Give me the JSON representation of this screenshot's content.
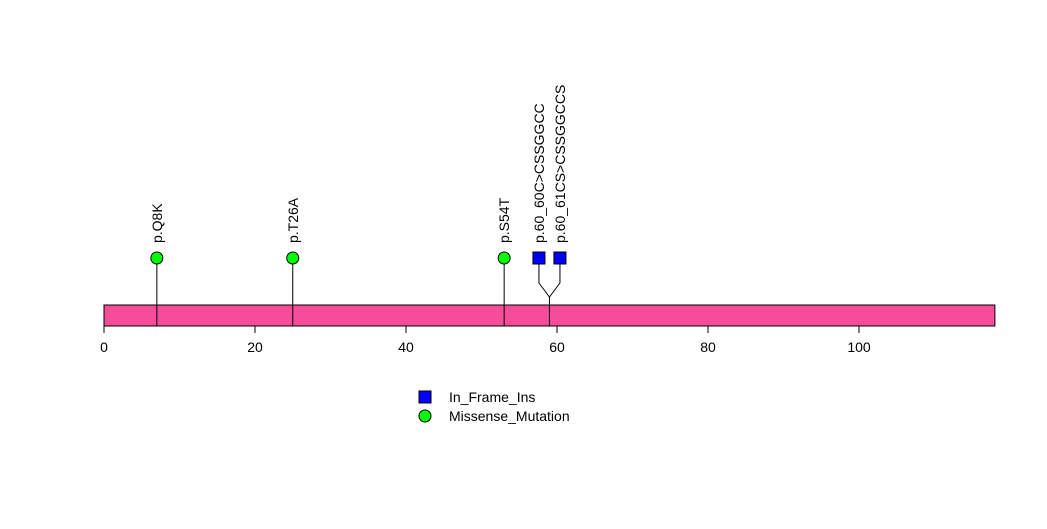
{
  "chart_data": {
    "type": "lollipop",
    "title": "",
    "xlabel": "",
    "ylabel": "",
    "xlim": [
      0,
      118
    ],
    "x_ticks": [
      0,
      20,
      40,
      60,
      80,
      100
    ],
    "x_tick_labels": [
      "0",
      "20",
      "40",
      "60",
      "80",
      "100"
    ],
    "protein_length": 118,
    "domain_color": "#F64D9A",
    "mutations": [
      {
        "label": "p.Q8K",
        "position": 7,
        "type": "Missense_Mutation"
      },
      {
        "label": "p.T26A",
        "position": 25,
        "type": "Missense_Mutation"
      },
      {
        "label": "p.S54T",
        "position": 53,
        "type": "Missense_Mutation"
      },
      {
        "label": "p.60_60C>CSSGGCC",
        "position": 59,
        "type": "In_Frame_Ins"
      },
      {
        "label": "p.60_61CS>CSSGGCCS",
        "position": 59,
        "type": "In_Frame_Ins"
      }
    ],
    "legend": {
      "placement": "bottom-center",
      "entries": [
        {
          "label": "In_Frame_Ins",
          "shape": "square",
          "color": "#0000FF"
        },
        {
          "label": "Missense_Mutation",
          "shape": "circle",
          "color": "#00FF00"
        }
      ]
    }
  }
}
